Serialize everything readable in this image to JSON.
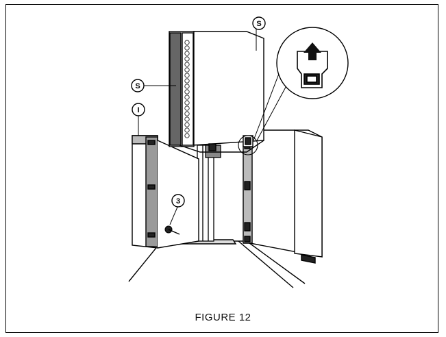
{
  "figure": {
    "caption": "FIGURE 12",
    "callouts": [
      "S",
      "S",
      "I",
      "3"
    ],
    "colors": {
      "ink": "#000000",
      "paper": "#ffffff",
      "shade": "#9a9a9a"
    },
    "icons": [
      "up-arrow-icon",
      "lock-mechanism-icon"
    ]
  }
}
